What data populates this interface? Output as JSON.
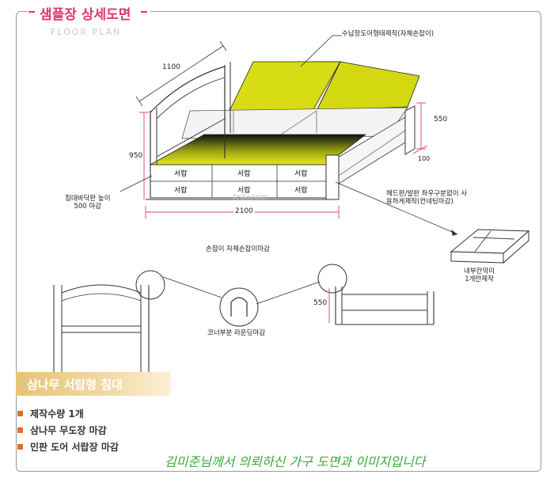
{
  "header": {
    "title": "샘플장 상세도면",
    "subtitle": "FLOOR PLAN"
  },
  "dimensions": {
    "width": "1100",
    "height_total": "950",
    "headboard_height": "550",
    "thickness": "100",
    "length": "2100",
    "detail_height": "550"
  },
  "labels": {
    "storage_door": "수납장도어형태제작(자체손잡이)",
    "bottom_plate": "침대바닥판 높이\n500 마감",
    "headboard_note": "헤드판/발판 좌우구분없이 사\n용하게제작(컨네팅마감)",
    "handle_note": "손잡이 자체손잡이마감",
    "partition_note": "내부칸막이\n1개만제작",
    "corner_note": "코너부분 라운딩마감"
  },
  "drawers": [
    "서랍",
    "서랍",
    "서랍",
    "서랍",
    "서랍",
    "서랍"
  ],
  "watermark": "fedaoom",
  "product": {
    "title": "삼나무 서랍형 침대",
    "specs": [
      "제작수량  1개",
      "삼나무 무도장 마감",
      "민판 도어 서랍장 마감"
    ]
  },
  "footer_note": "김미준님께서 의뢰하신 가구 도면과 이미지입니다",
  "colors": {
    "title": "#e0356e",
    "dimension": "#e0358a",
    "panel_yellow": "#d8dd12",
    "bullet": "#e66a2c",
    "note": "#39a93a"
  }
}
